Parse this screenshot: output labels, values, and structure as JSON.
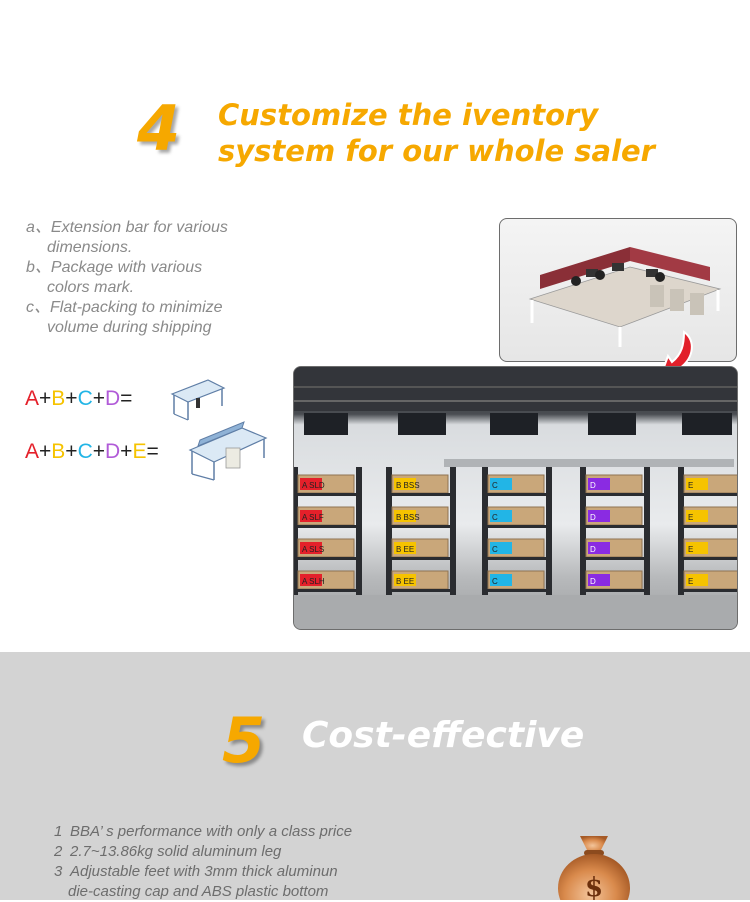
{
  "section4": {
    "number": "4",
    "title_line1": "Customize the iventory",
    "title_line2": "system for our whole saler",
    "title_color": "#f6a800",
    "features": [
      {
        "marker": "a、",
        "line1": "Extension bar for various",
        "line2": "dimensions."
      },
      {
        "marker": "b、",
        "line1": "Package with various",
        "line2": "colors mark."
      },
      {
        "marker": "c、",
        "line1": "Flat-packing to minimize",
        "line2": "volume during shipping"
      }
    ],
    "formula1": {
      "tokens": [
        "A",
        "+",
        "B",
        "+",
        "C",
        "+",
        "D",
        "="
      ]
    },
    "formula2": {
      "tokens": [
        "A",
        "+",
        "B",
        "+",
        "C",
        "+",
        "D",
        "+",
        "E",
        "="
      ]
    },
    "letter_colors": {
      "A": "#e4202a",
      "B": "#f6c300",
      "C": "#22b5e6",
      "D": "#b15bd8",
      "E": "#f6c300",
      "op": "#222222"
    },
    "warehouse_labels": {
      "A": [
        "A SLD",
        "A SLF",
        "A SLS",
        "A SLH"
      ],
      "B": [
        "B BSS",
        "B BSS",
        "B EE",
        "B EE"
      ],
      "C": [
        "C",
        "C",
        "C",
        "C"
      ],
      "D": [
        "D",
        "D",
        "D",
        "D"
      ],
      "E": [
        "E",
        "E",
        "E",
        "E"
      ]
    }
  },
  "section5": {
    "number": "5",
    "title": "Cost-effective",
    "items": [
      {
        "num": "1",
        "text": "BBA’ s performance with only a class price"
      },
      {
        "num": "2",
        "text": "2.7~13.86kg solid aluminum leg"
      },
      {
        "num": "3",
        "text": "Adjustable feet with 3mm thick aluminun"
      },
      {
        "num": "",
        "text": "die-casting cap and ABS plastic bottom"
      }
    ],
    "bag_symbol": "$"
  }
}
